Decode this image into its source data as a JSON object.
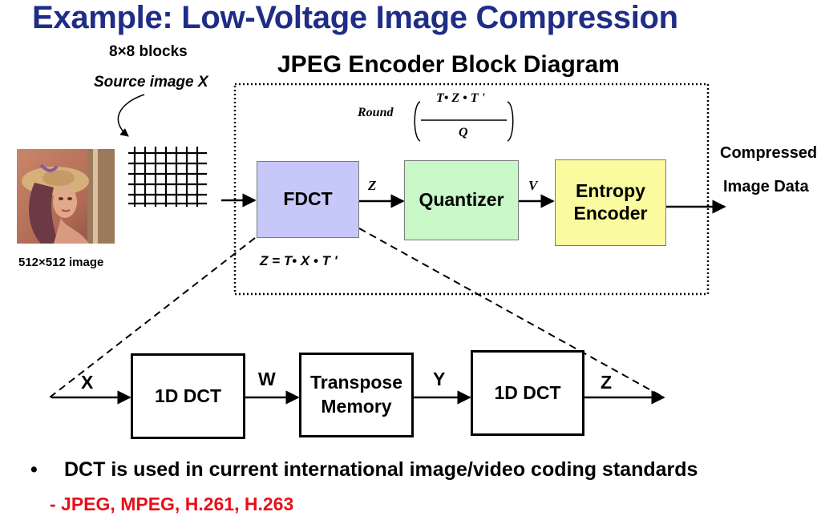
{
  "title": "Example: Low-Voltage Image Compression",
  "source": {
    "blocks_label": "8×8 blocks",
    "source_label": "Source image X",
    "image_size_label": "512×512 image"
  },
  "encoder": {
    "title": "JPEG Encoder Block Diagram",
    "round_label": "Round",
    "round_numerator": "T• Z • T '",
    "round_denominator": "Q",
    "fdct_label": "FDCT",
    "z_label": "Z",
    "quantizer_label": "Quantizer",
    "v_label": "V",
    "entropy_line1": "Entropy",
    "entropy_line2": "Encoder",
    "output_line1": "Compressed",
    "output_line2": "Image Data",
    "fdct_formula": "Z = T• X • T '"
  },
  "dct_pipeline": {
    "x_label": "X",
    "dct1_label": "1D DCT",
    "w_label": "W",
    "transpose_line1": "Transpose",
    "transpose_line2": "Memory",
    "y_label": "Y",
    "dct2_label": "1D DCT",
    "z_label": "Z"
  },
  "notes": {
    "bullet_symbol": "•",
    "bullet_text": "DCT is used in current international image/video coding standards",
    "standards_text": "- JPEG, MPEG, H.261, H.263"
  },
  "colors": {
    "title": "#1f2d86",
    "fdct_fill": "#c7c8fa",
    "quantizer_fill": "#c8f7c8",
    "entropy_fill": "#fafa9e",
    "standards_text": "#e8101a"
  },
  "icons": {
    "source_thumbnail": "portrait-photo",
    "block_grid": "grid-lines"
  }
}
